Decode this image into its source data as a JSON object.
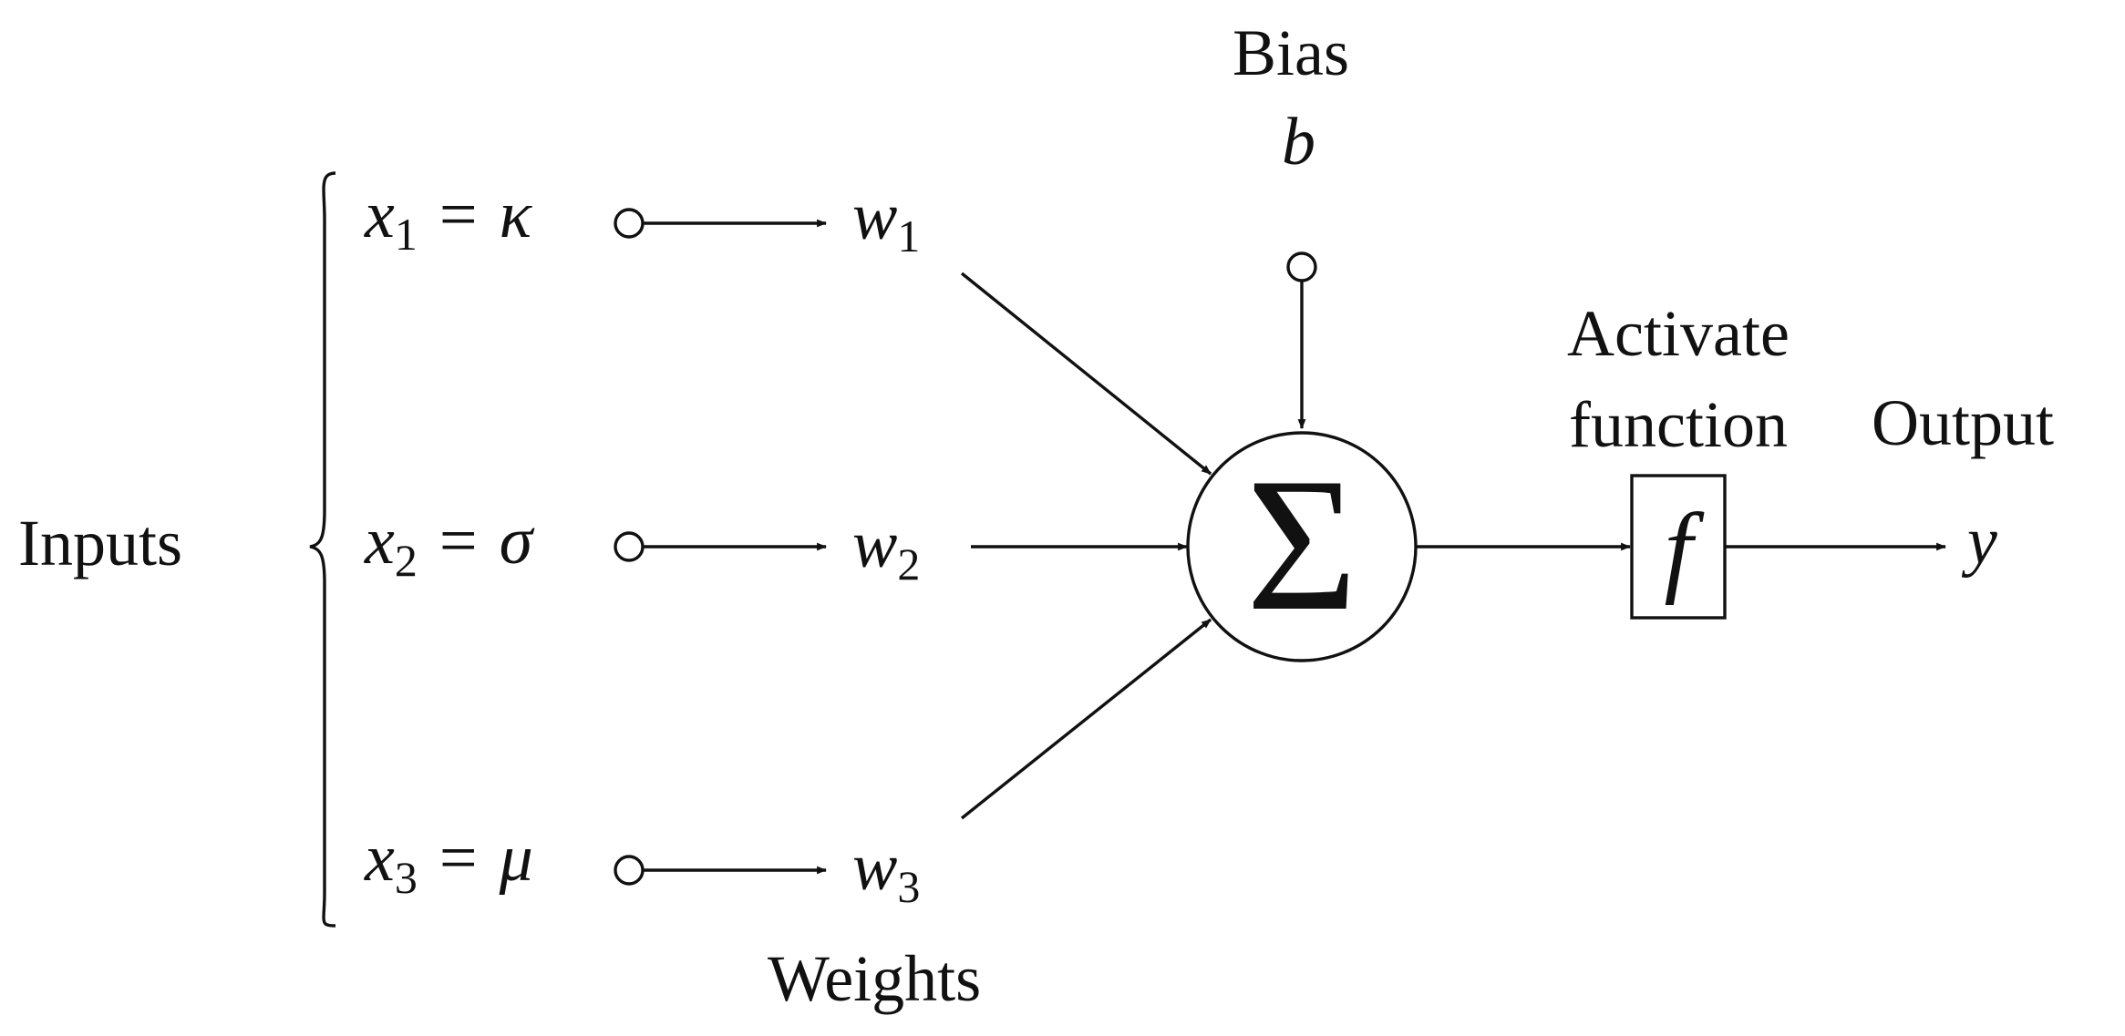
{
  "labels": {
    "inputs": "Inputs",
    "weights": "Weights",
    "bias": "Bias",
    "bias_symbol": "b",
    "activate_line1": "Activate",
    "activate_line2": "function",
    "output": "Output",
    "output_symbol": "y"
  },
  "inputs": [
    {
      "var": "x",
      "index": "1",
      "eq": "=",
      "value": "κ",
      "weight": "w",
      "weight_index": "1"
    },
    {
      "var": "x",
      "index": "2",
      "eq": "=",
      "value": "σ",
      "weight": "w",
      "weight_index": "2"
    },
    {
      "var": "x",
      "index": "3",
      "eq": "=",
      "value": "μ",
      "weight": "w",
      "weight_index": "3"
    }
  ],
  "summation_symbol": "Σ",
  "activation_symbol": "f",
  "colors": {
    "ink": "#111111",
    "background": "#ffffff"
  }
}
